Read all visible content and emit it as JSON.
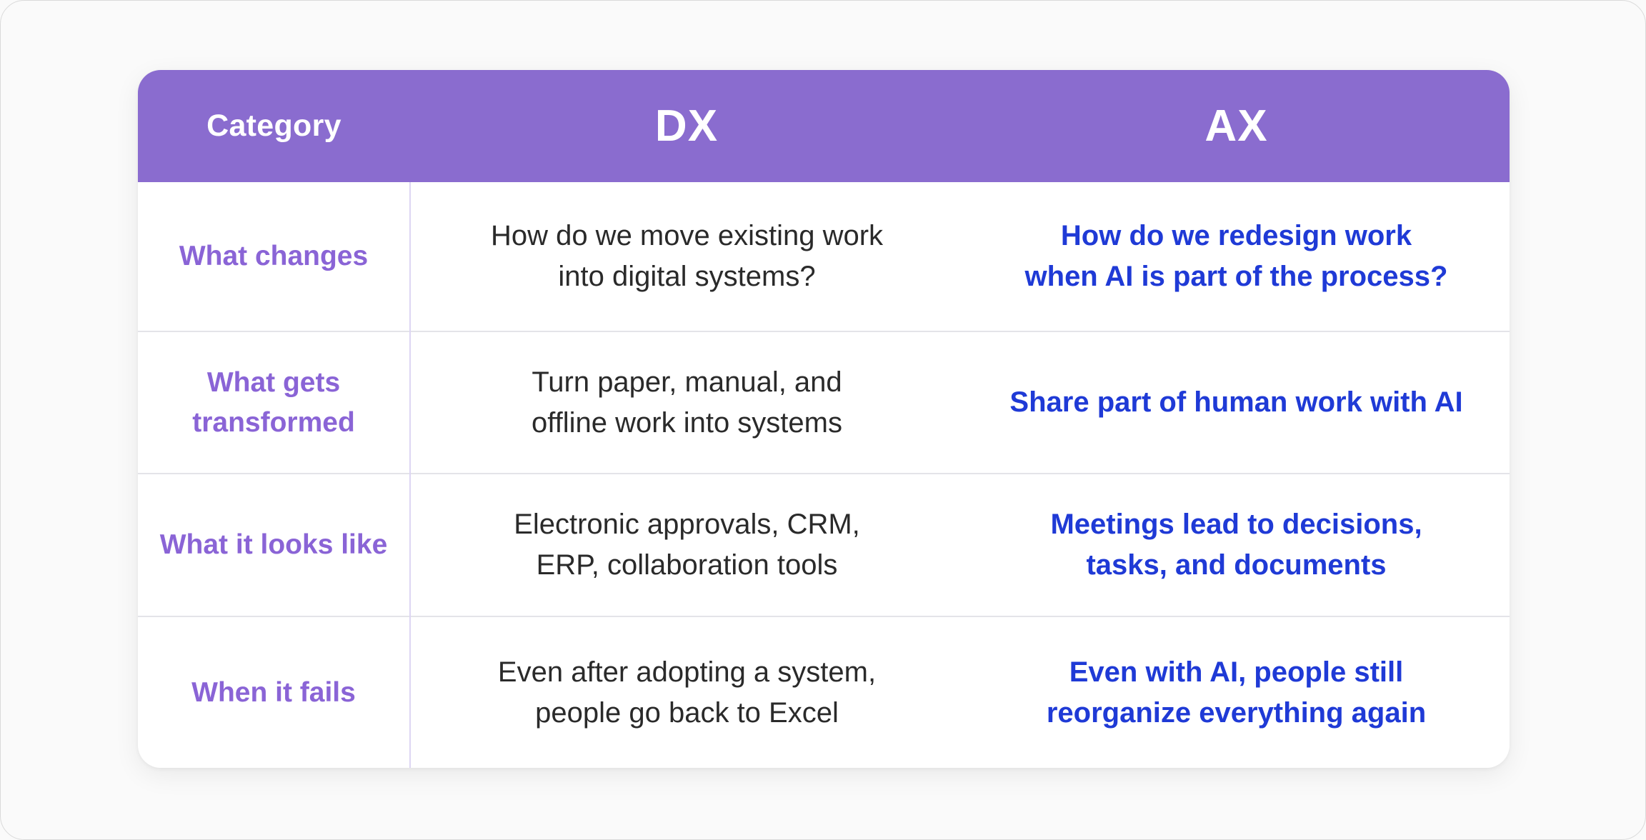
{
  "table": {
    "headers": {
      "category": "Category",
      "dx": "DX",
      "ax": "AX"
    },
    "rows": [
      {
        "category": [
          "What changes"
        ],
        "dx": [
          "How do we move existing work",
          "into digital systems?"
        ],
        "ax": [
          "How do we redesign work",
          "when AI is part of the process?"
        ]
      },
      {
        "category": [
          "What gets",
          "transformed"
        ],
        "dx": [
          "Turn paper, manual, and",
          "offline work into systems"
        ],
        "ax": [
          "Share part of human work with AI"
        ]
      },
      {
        "category": [
          "What it looks like"
        ],
        "dx": [
          "Electronic approvals, CRM,",
          "ERP, collaboration tools"
        ],
        "ax": [
          "Meetings lead to decisions,",
          "tasks, and documents"
        ]
      },
      {
        "category": [
          "When it fails"
        ],
        "dx": [
          "Even after adopting a system,",
          "people go back to Excel"
        ],
        "ax": [
          "Even with AI, people still",
          "reorganize everything again"
        ]
      }
    ]
  },
  "colors": {
    "header_bg": "#8a6ccf",
    "header_text": "#ffffff",
    "category_text": "#8a64d6",
    "dx_text": "#2a2a2a",
    "ax_text": "#1f3ad6"
  }
}
